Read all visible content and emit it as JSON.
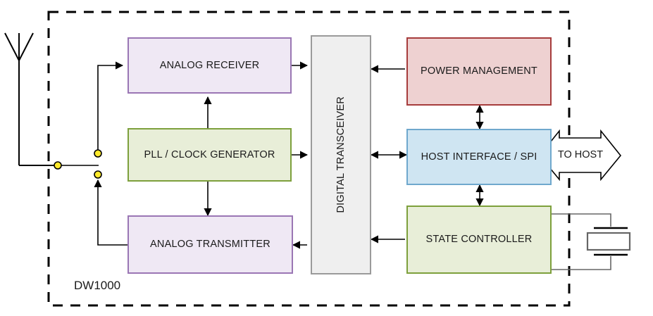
{
  "diagram": {
    "title": "DW1000",
    "chip_label": "DW1000",
    "external_label": "TO HOST",
    "blocks": [
      {
        "id": "analog_receiver",
        "label": "ANALOG RECEIVER",
        "fill": "#efe8f4",
        "stroke": "#9a76b4"
      },
      {
        "id": "pll_clock",
        "label": "PLL / CLOCK GENERATOR",
        "fill": "#e8eed8",
        "stroke": "#7da03c"
      },
      {
        "id": "analog_transmitter",
        "label": "ANALOG TRANSMITTER",
        "fill": "#efe8f4",
        "stroke": "#9a76b4"
      },
      {
        "id": "digital_transceiver",
        "label": "DIGITAL TRANSCEIVER",
        "fill": "#efefef",
        "stroke": "#9a9a9a"
      },
      {
        "id": "power_management",
        "label": "POWER MANAGEMENT",
        "fill": "#eed1d1",
        "stroke": "#a63c3c"
      },
      {
        "id": "host_interface",
        "label": "HOST INTERFACE / SPI",
        "fill": "#cfe5f2",
        "stroke": "#6fa8cd"
      },
      {
        "id": "state_controller",
        "label": "STATE CONTROLLER",
        "fill": "#e8eed8",
        "stroke": "#7da03c"
      }
    ],
    "symbols": [
      {
        "id": "antenna",
        "name": "antenna-symbol"
      },
      {
        "id": "rf_switch",
        "name": "rf-switch-symbol",
        "node_color": "#ffe92b"
      },
      {
        "id": "crystal",
        "name": "crystal-oscillator-symbol"
      },
      {
        "id": "to_host_arrow",
        "name": "to-host-arrow"
      }
    ],
    "colors": {
      "line": "#000000",
      "chip_border": "#000000",
      "switch_node": "#ffe92b",
      "crystal_line": "#666666",
      "background": "#ffffff"
    }
  }
}
